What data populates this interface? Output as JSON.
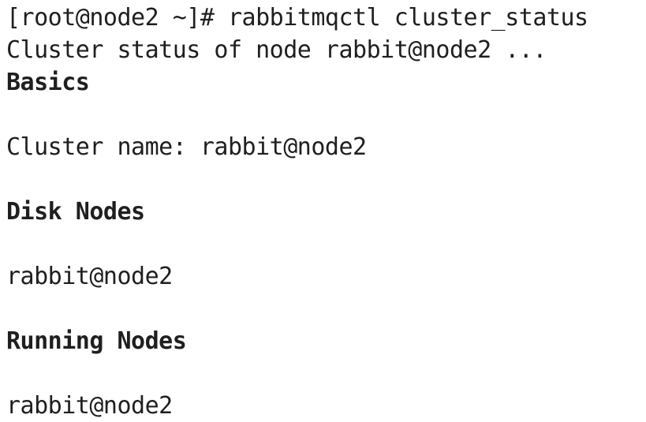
{
  "terminal": {
    "background_color": "#ffffff",
    "text_color": "#1f1f1f",
    "lines": [
      {
        "name": "prompt-command-line",
        "text": "[root@node2 ~]# rabbitmqctl cluster_status",
        "bold": false
      },
      {
        "name": "cluster-status-line",
        "text": "Cluster status of node rabbit@node2 ...",
        "bold": false
      },
      {
        "name": "heading-basics",
        "text": "Basics",
        "bold": true
      },
      {
        "name": "blank-line",
        "text": "",
        "bold": false
      },
      {
        "name": "cluster-name-line",
        "text": "Cluster name: rabbit@node2",
        "bold": false
      },
      {
        "name": "blank-line",
        "text": "",
        "bold": false
      },
      {
        "name": "heading-disk-nodes",
        "text": "Disk Nodes",
        "bold": true
      },
      {
        "name": "blank-line",
        "text": "",
        "bold": false
      },
      {
        "name": "disk-node-entry",
        "text": "rabbit@node2",
        "bold": false
      },
      {
        "name": "blank-line",
        "text": "",
        "bold": false
      },
      {
        "name": "heading-running-nodes",
        "text": "Running Nodes",
        "bold": true
      },
      {
        "name": "blank-line",
        "text": "",
        "bold": false
      },
      {
        "name": "running-node-entry",
        "text": "rabbit@node2",
        "bold": false
      }
    ]
  }
}
